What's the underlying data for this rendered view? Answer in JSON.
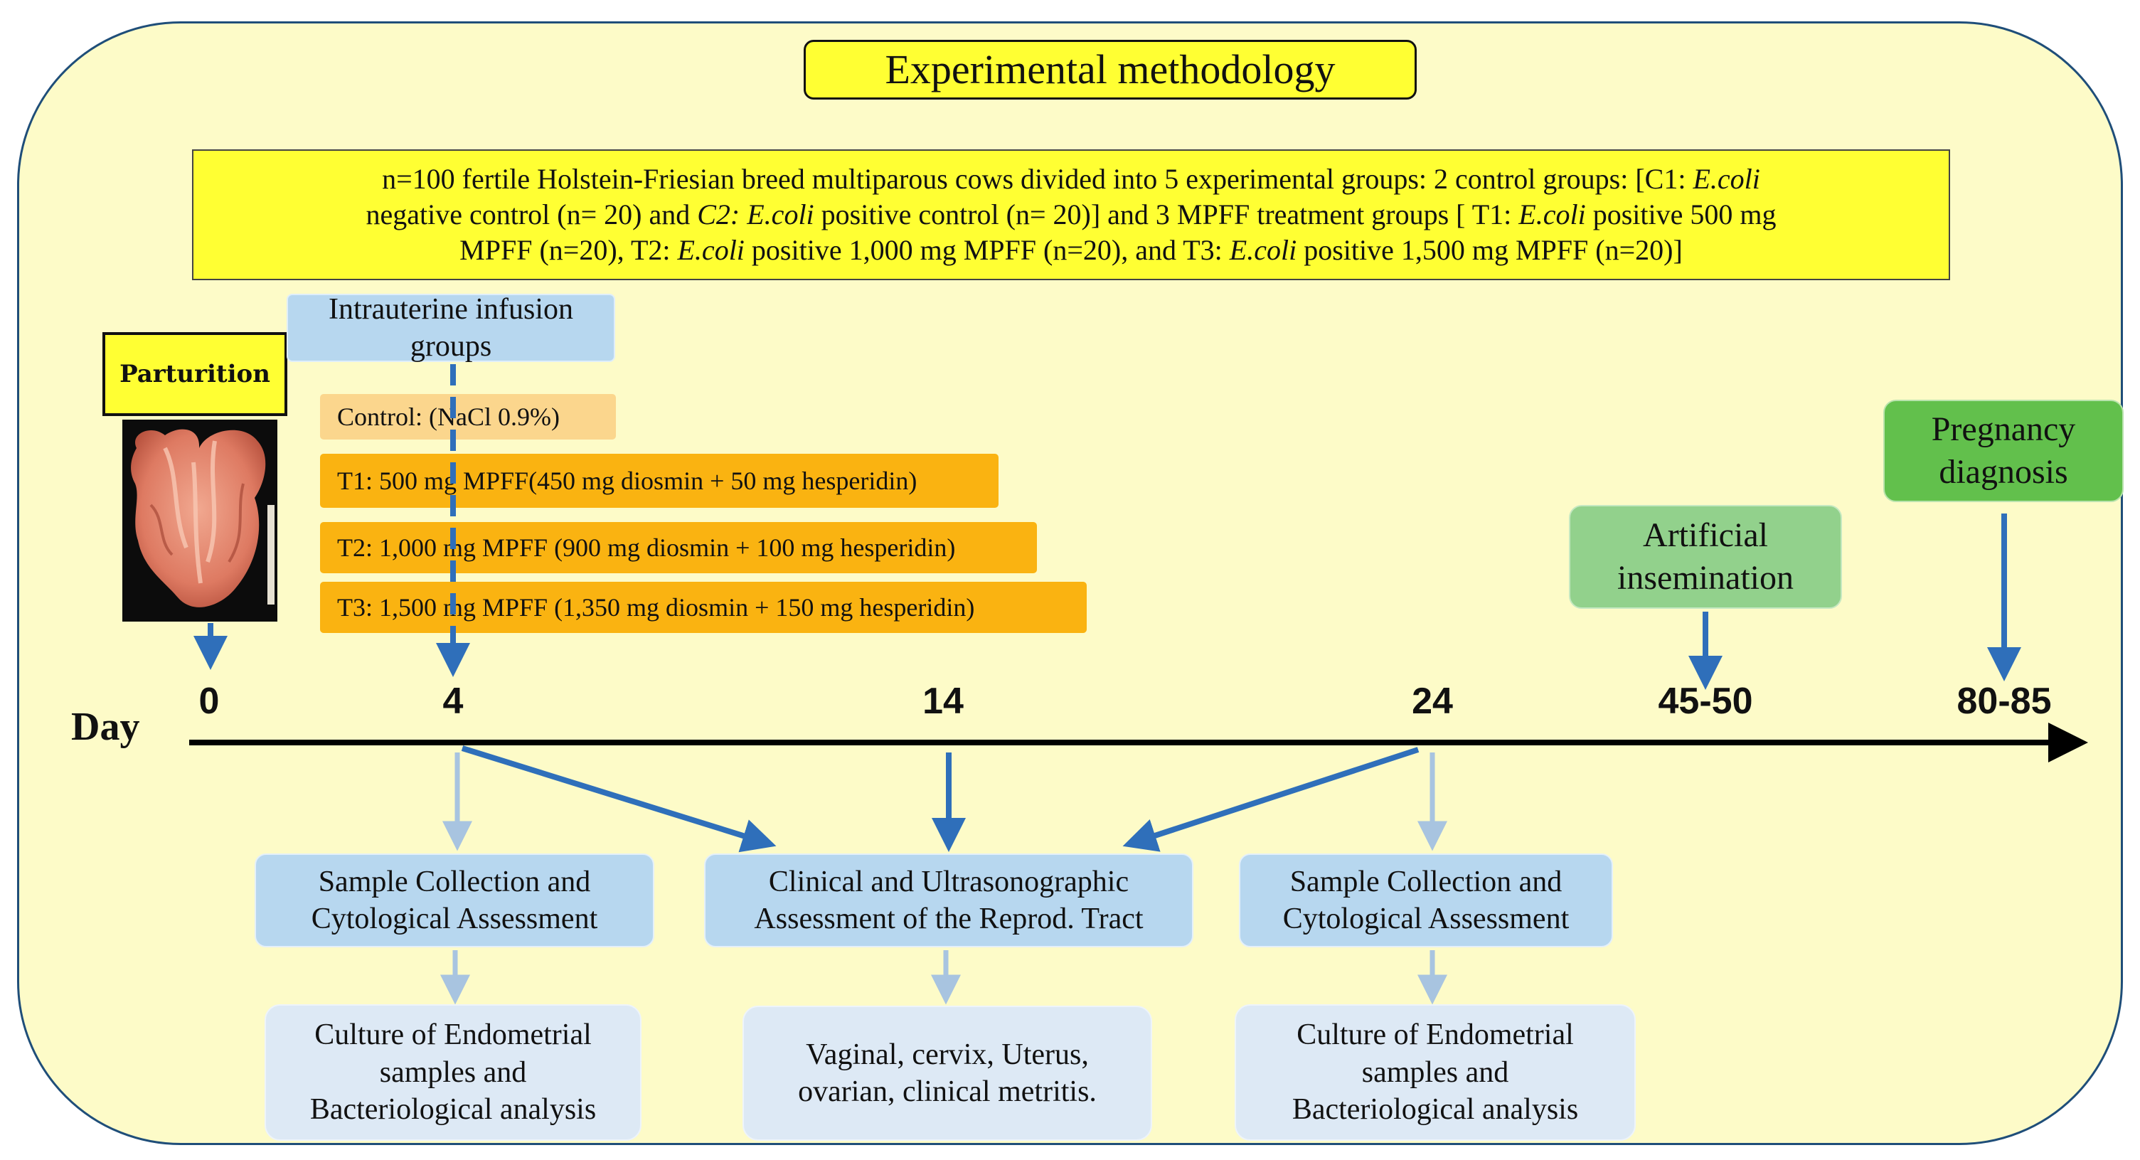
{
  "title": "Experimental methodology",
  "summary": {
    "line1_a": "n=100 fertile Holstein-Friesian breed multiparous cows divided into 5 experimental groups: 2 control groups: [C1: ",
    "line1_b": "E.coli",
    "line2_a": "negative control (n= 20) and ",
    "line2_b": "C2: E.coli",
    "line2_c": " positive control (n= 20)] and 3 MPFF treatment groups [ T1: ",
    "line2_d": "E.coli",
    "line2_e": " positive 500 mg",
    "line3_a": "MPFF (n=20), T2: ",
    "line3_b": "E.coli",
    "line3_c": " positive 1,000 mg MPFF (n=20), and T3: ",
    "line3_d": "E.coli",
    "line3_e": " positive 1,500 mg MPFF (n=20)]"
  },
  "parturition": "Parturition",
  "infusion": {
    "line1": "Intrauterine infusion",
    "line2": "groups"
  },
  "treatments": {
    "control": "Control: (NaCl 0.9%)",
    "t1": "T1: 500 mg MPFF(450 mg diosmin + 50 mg hesperidin)",
    "t2": "T2: 1,000 mg MPFF (900 mg diosmin + 100 mg hesperidin)",
    "t3": "T3: 1,500 mg MPFF (1,350 mg diosmin + 150 mg hesperidin)"
  },
  "artificial_insemination": {
    "line1": "Artificial",
    "line2": "insemination"
  },
  "pregnancy_diagnosis": {
    "line1": "Pregnancy",
    "line2": "diagnosis"
  },
  "timeline": {
    "label": "Day",
    "ticks": [
      "0",
      "4",
      "14",
      "24",
      "45-50",
      "80-85"
    ]
  },
  "assessments": {
    "sample_left": {
      "line1": "Sample Collection and",
      "line2": "Cytological Assessment"
    },
    "clinical": {
      "line1": "Clinical and Ultrasonographic",
      "line2": "Assessment of the Reprod. Tract"
    },
    "sample_right": {
      "line1": "Sample Collection and",
      "line2": "Cytological Assessment"
    }
  },
  "outcomes": {
    "culture_left": {
      "line1": "Culture of Endometrial",
      "line2": "samples and",
      "line3": "Bacteriological analysis"
    },
    "vaginal": {
      "line1": "Vaginal, cervix, Uterus,",
      "line2": "ovarian, clinical metritis."
    },
    "culture_right": {
      "line1": "Culture of Endometrial",
      "line2": "samples and",
      "line3": "Bacteriological analysis"
    }
  },
  "colors": {
    "background": "#fdfbc8",
    "yellow": "#ffff33",
    "blue_box": "#b7d7ef",
    "light_box": "#dde9f5",
    "orange": "#fab311",
    "light_orange": "#fbd68d",
    "green_light": "#92d18c",
    "green": "#62c04c",
    "arrow_dark": "#2f6fba",
    "arrow_light": "#a8c4e0"
  }
}
